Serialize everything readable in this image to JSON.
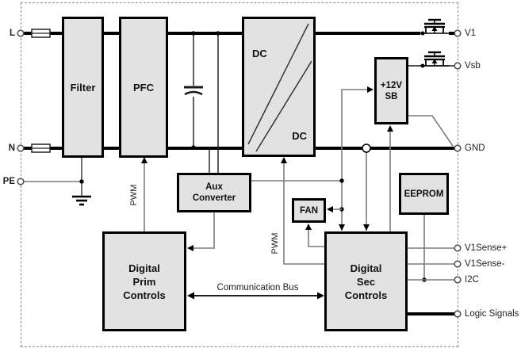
{
  "diagram": {
    "blocks": {
      "filter": {
        "label": "Filter"
      },
      "pfc": {
        "label": "PFC"
      },
      "dcdc": {
        "label_top": "DC",
        "label_bottom": "DC"
      },
      "aux_converter": {
        "line1": "Aux",
        "line2": "Converter"
      },
      "standby": {
        "line1": "+12V",
        "line2": "SB"
      },
      "fan": {
        "label": "FAN"
      },
      "eeprom": {
        "label": "EEPROM"
      },
      "digital_prim": {
        "line1": "Digital",
        "line2": "Prim",
        "line3": "Controls"
      },
      "digital_sec": {
        "line1": "Digital",
        "line2": "Sec",
        "line3": "Controls"
      }
    },
    "terminals": {
      "l": {
        "label": "L"
      },
      "n": {
        "label": "N"
      },
      "pe": {
        "label": "PE"
      },
      "v1": {
        "label": "V1"
      },
      "vsb": {
        "label": "Vsb"
      },
      "gnd": {
        "label": "GND"
      },
      "v1sense_plus": {
        "label": "V1Sense+"
      },
      "v1sense_minus": {
        "label": "V1Sense-"
      },
      "i2c": {
        "label": "I2C"
      },
      "logic": {
        "label": "Logic Signals"
      }
    },
    "wire_labels": {
      "pwm_primary": "PWM",
      "pwm_secondary": "PWM",
      "comm_bus": "Communication Bus"
    },
    "symbols": [
      "fuse-icon-l",
      "fuse-icon-n",
      "capacitor-icon",
      "earth-ground-icon",
      "mosfet-icon-v1",
      "mosfet-icon-vsb",
      "gnd-hop-circle"
    ],
    "colors": {
      "background": "#ffffff",
      "block_fill": "#e2e2e2",
      "block_border": "#000000",
      "power_line": "#000000",
      "signal_line": "#7d7d7d",
      "boundary_dash": "#8a8a8a"
    }
  }
}
